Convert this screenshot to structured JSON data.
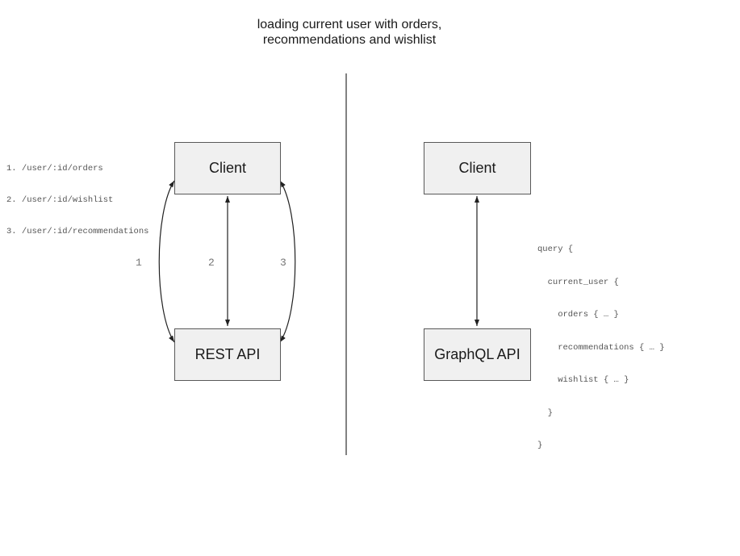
{
  "title": {
    "line1": "loading current user with orders,",
    "line2": "recommendations and wishlist"
  },
  "left_diagram": {
    "client_box_label": "Client",
    "api_box_label": "REST API",
    "endpoints": [
      "1. /user/:id/orders",
      "2. /user/:id/wishlist",
      "3. /user/:id/recommendations"
    ],
    "call_labels": [
      "1",
      "2",
      "3"
    ]
  },
  "right_diagram": {
    "client_box_label": "Client",
    "api_box_label": "GraphQL API",
    "query_lines": [
      "query {",
      "  current_user {",
      "    orders { … }",
      "    recommendations { … }",
      "    wishlist { … }",
      "  }",
      "}"
    ]
  },
  "colors": {
    "box_fill": "#f0f0f0",
    "box_border": "#595959",
    "arrow": "#212121",
    "divider": "#595959",
    "code_text": "#555555",
    "call_label_text": "#757575",
    "title_text": "#1a1a1a"
  }
}
